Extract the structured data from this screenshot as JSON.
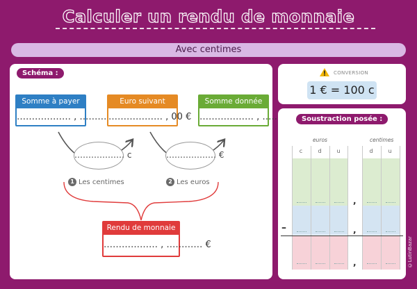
{
  "title": "Calculer un rendu de monnaie",
  "subtitle": "Avec centimes",
  "schema": {
    "tag": "Schéma :",
    "boxes": {
      "payer": {
        "label": "Somme à payer",
        "value": "……………… , ………… €",
        "color": "#2e7fc4"
      },
      "suivant": {
        "label": "Euro suivant",
        "value": "……………… , 00 €",
        "color": "#e58a24"
      },
      "donnee": {
        "label": "Somme donnée",
        "value": "……………… , ………… €",
        "color": "#6aab36"
      },
      "rendu": {
        "label": "Rendu de monnaie",
        "value": "……………… , ………… €",
        "color": "#e03b3b"
      }
    },
    "ellipse_c": "……………… c",
    "ellipse_e": "……………… €",
    "steps": [
      {
        "num": "1",
        "label": "Les centimes"
      },
      {
        "num": "2",
        "label": "Les euros"
      }
    ]
  },
  "conversion": {
    "icon": "warning-icon",
    "label": "CONVERSION",
    "value": "1 € = 100 c"
  },
  "soustraction": {
    "tag": "Soustraction posée :",
    "group_euros": "euros",
    "group_centimes": "centimes",
    "columns": [
      "c",
      "d",
      "u",
      "d",
      "u"
    ],
    "operator": "–",
    "separator": ",",
    "band_colors": [
      "#dcecd0",
      "#d4e4f2",
      "#f7d2d8"
    ]
  },
  "credit": "©LutinBazar"
}
